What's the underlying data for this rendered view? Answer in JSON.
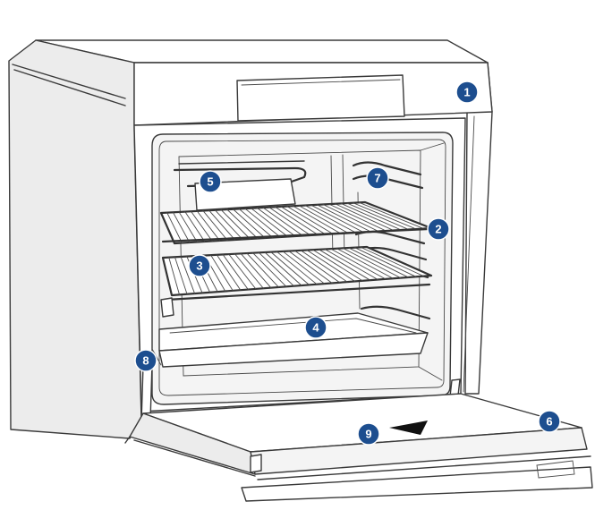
{
  "colors": {
    "marker_fill": "#1d4e8f",
    "marker_text": "#ffffff",
    "line": "#3a3a3a"
  },
  "markers": [
    {
      "id": "1",
      "label": "1"
    },
    {
      "id": "2",
      "label": "2"
    },
    {
      "id": "3",
      "label": "3"
    },
    {
      "id": "4",
      "label": "4"
    },
    {
      "id": "5",
      "label": "5"
    },
    {
      "id": "6",
      "label": "6"
    },
    {
      "id": "7",
      "label": "7"
    },
    {
      "id": "8",
      "label": "8"
    },
    {
      "id": "9",
      "label": "9"
    }
  ]
}
